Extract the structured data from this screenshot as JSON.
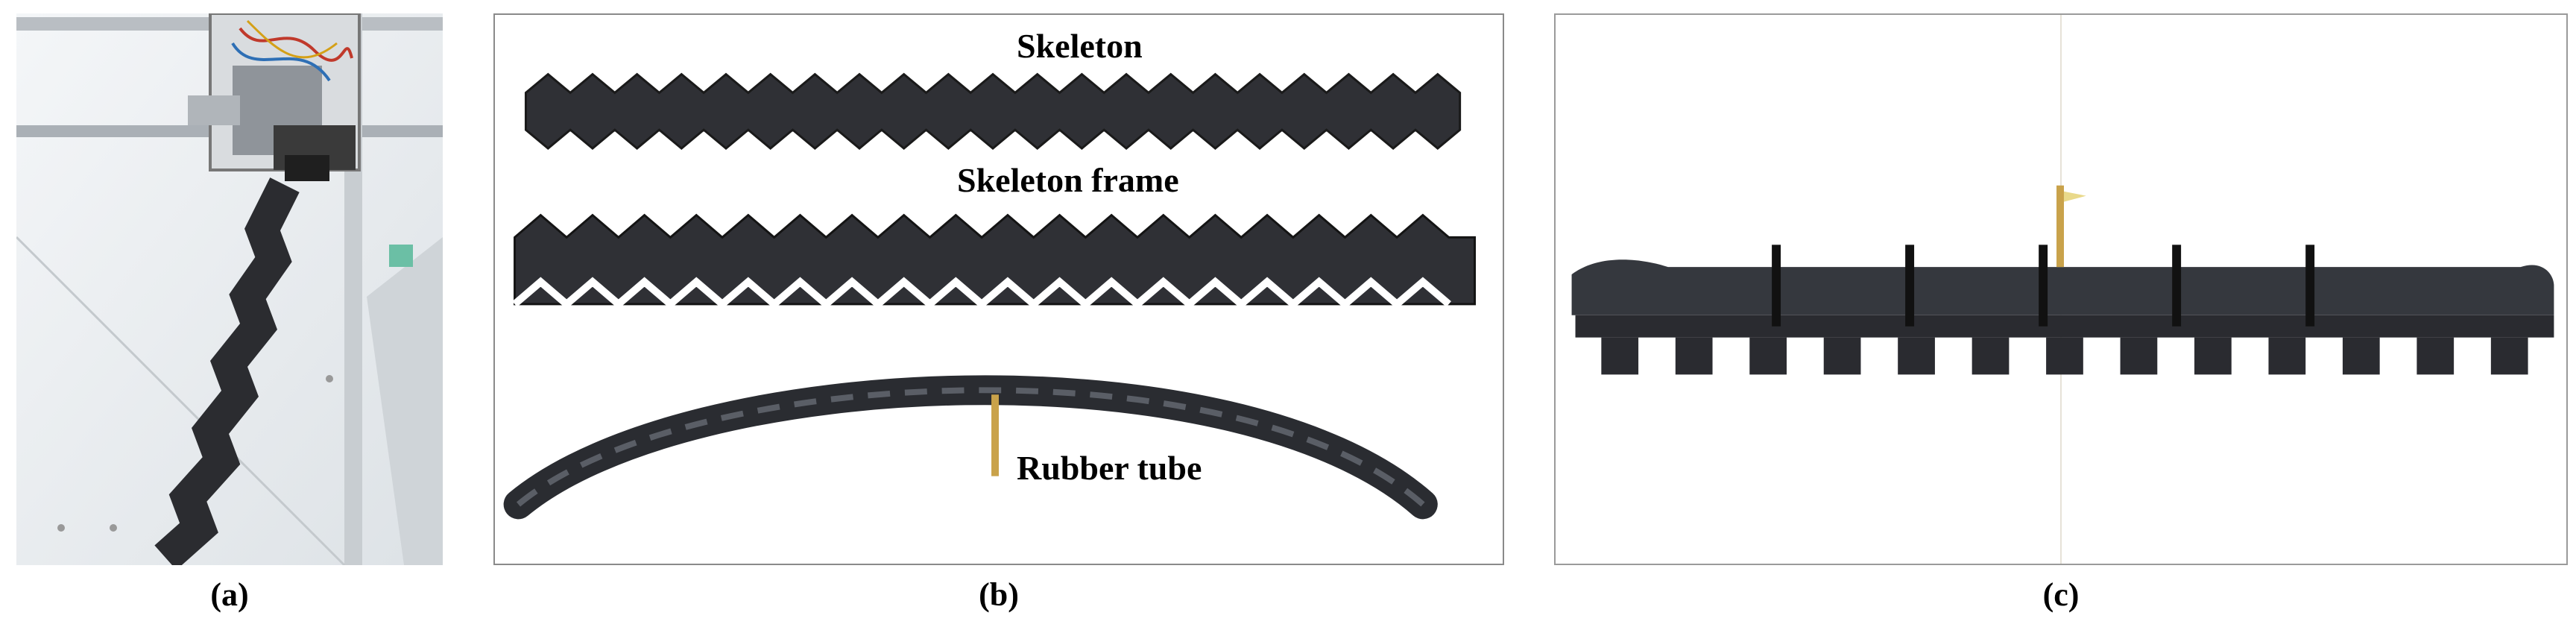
{
  "panels": {
    "a": {
      "caption": "(a)"
    },
    "b": {
      "caption": "(b)",
      "labels": {
        "skeleton": "Skeleton",
        "skeleton_frame": "Skeleton frame",
        "rubber_tube": "Rubber tube"
      }
    },
    "c": {
      "caption": "(c)"
    }
  },
  "colors": {
    "material": "#2b2c30",
    "tube": "#3a3d44",
    "valve": "#c9a24a",
    "frame_border": "#8a8a8a"
  }
}
